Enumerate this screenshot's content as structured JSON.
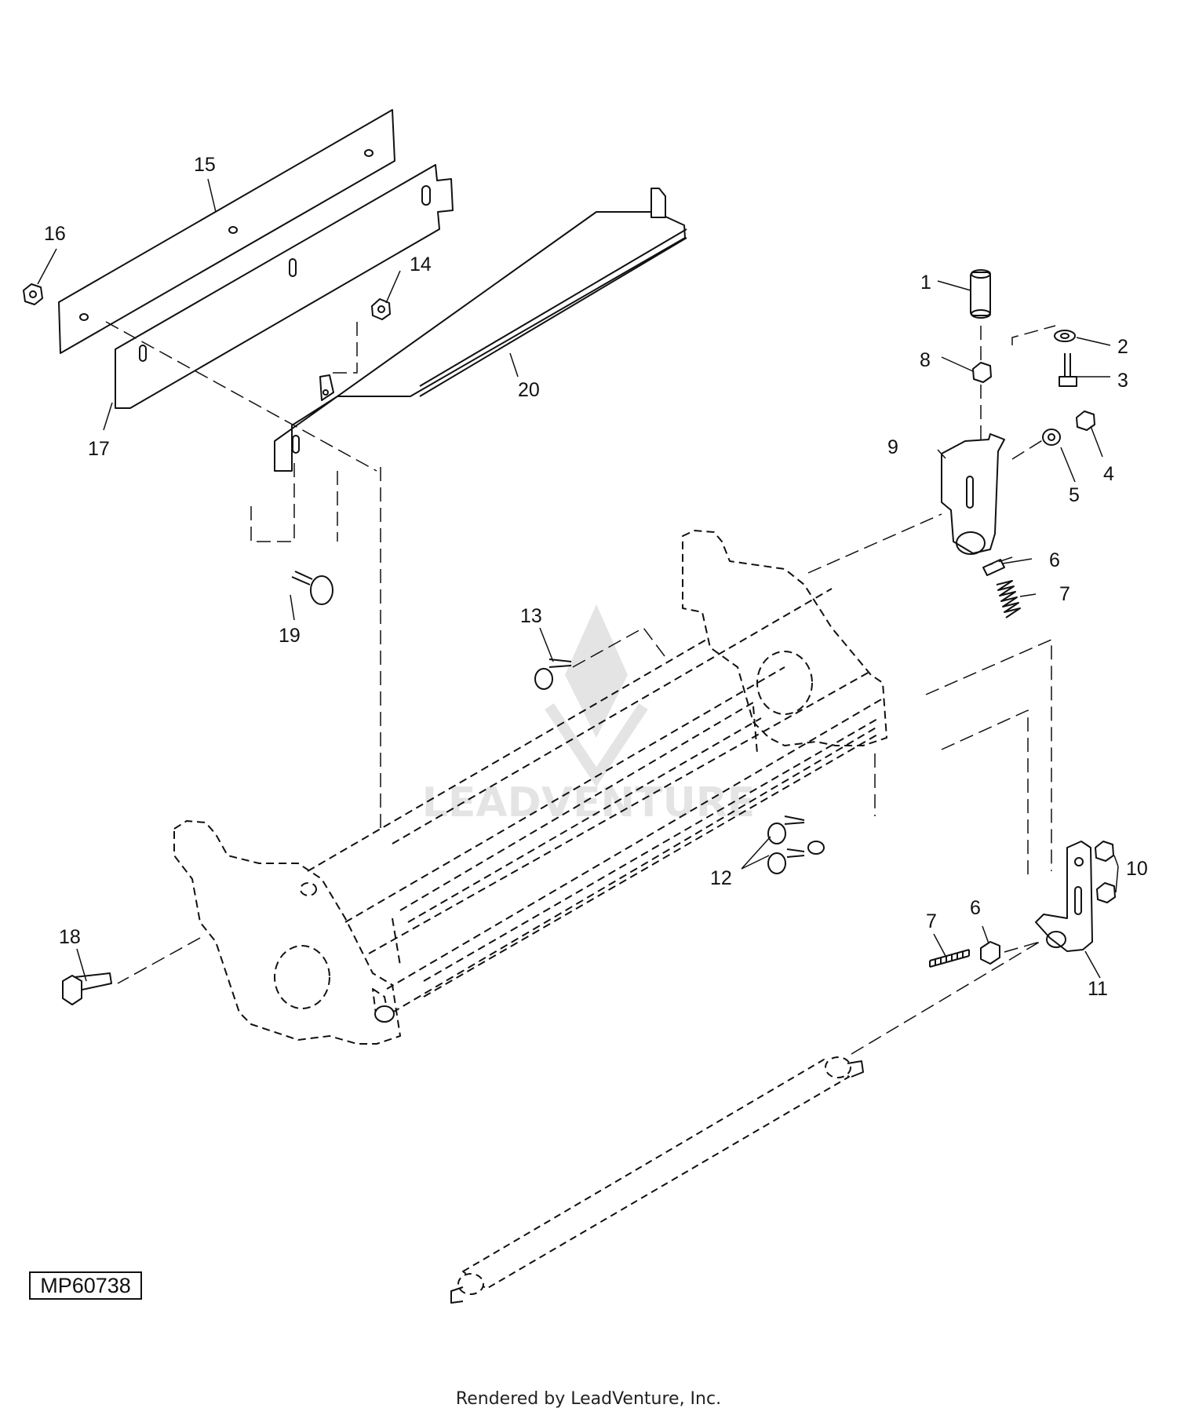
{
  "diagram": {
    "reference_code": "MP60738",
    "footer": "Rendered by LeadVenture, Inc.",
    "watermark": "LEADVENTURE",
    "callouts": [
      {
        "id": "1",
        "label": "1"
      },
      {
        "id": "2",
        "label": "2"
      },
      {
        "id": "3",
        "label": "3"
      },
      {
        "id": "4",
        "label": "4"
      },
      {
        "id": "5",
        "label": "5"
      },
      {
        "id": "6a",
        "label": "6"
      },
      {
        "id": "6b",
        "label": "6"
      },
      {
        "id": "7a",
        "label": "7"
      },
      {
        "id": "7b",
        "label": "7"
      },
      {
        "id": "8",
        "label": "8"
      },
      {
        "id": "9",
        "label": "9"
      },
      {
        "id": "10",
        "label": "10"
      },
      {
        "id": "11",
        "label": "11"
      },
      {
        "id": "12",
        "label": "12"
      },
      {
        "id": "13",
        "label": "13"
      },
      {
        "id": "14",
        "label": "14"
      },
      {
        "id": "15",
        "label": "15"
      },
      {
        "id": "16",
        "label": "16"
      },
      {
        "id": "17",
        "label": "17"
      },
      {
        "id": "18",
        "label": "18"
      },
      {
        "id": "19",
        "label": "19"
      },
      {
        "id": "20",
        "label": "20"
      }
    ]
  }
}
